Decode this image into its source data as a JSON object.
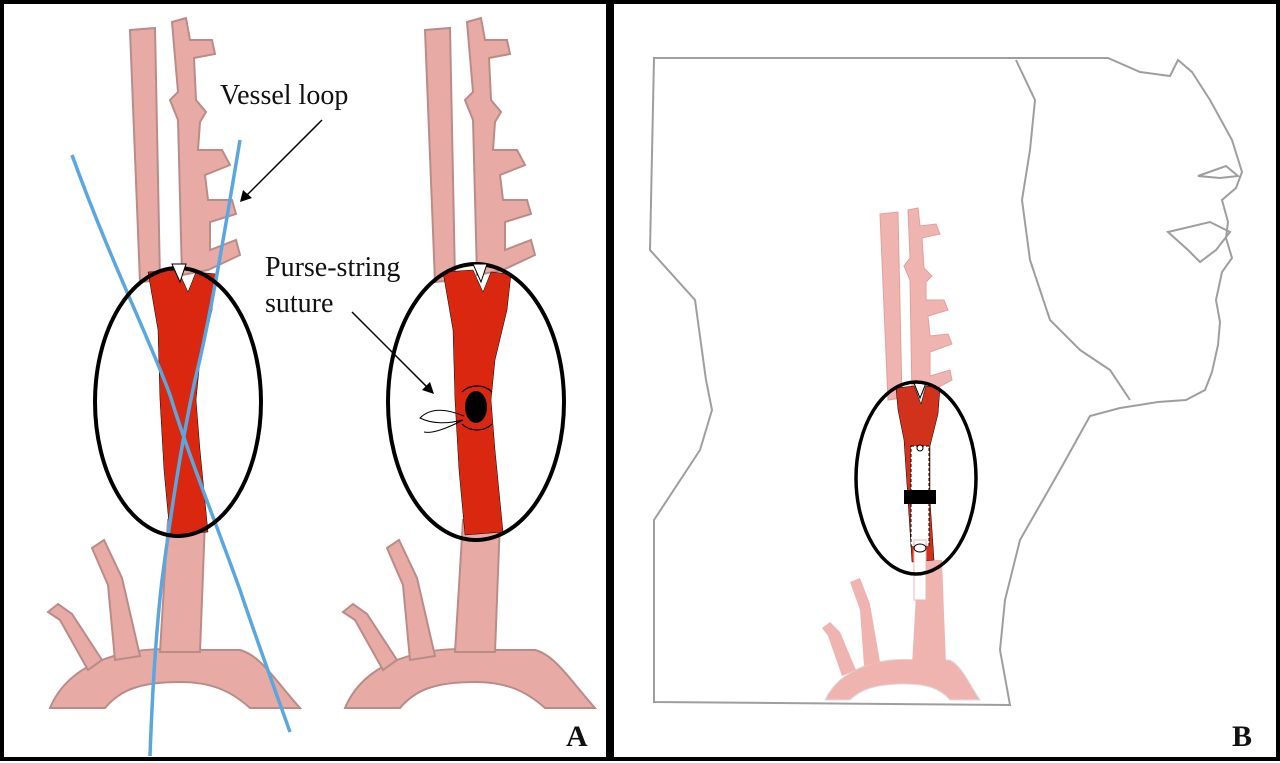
{
  "panels": [
    {
      "id": "A",
      "letter": "A"
    },
    {
      "id": "B",
      "letter": "B"
    }
  ],
  "labels": {
    "vessel_loop": "Vessel loop",
    "purse_string_line1": "Purse-string",
    "purse_string_line2": "suture"
  },
  "colors": {
    "vessel": "#e8aaa5",
    "vessel_outline": "#b98c88",
    "artery_exposed": "#d9280f",
    "vessel_loop": "#5aa7e0",
    "outline": "#000000",
    "head_outline": "#9e9e9e",
    "frame": "#000000"
  },
  "icons": {
    "device": "dilator-sheath-icon"
  }
}
